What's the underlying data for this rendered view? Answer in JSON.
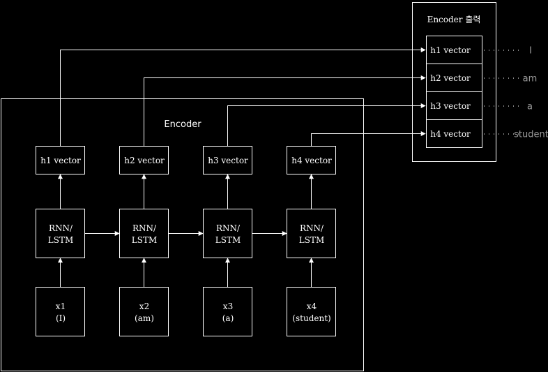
{
  "encoder": {
    "title": "Encoder",
    "steps": [
      {
        "input": "x1",
        "word": "(I)",
        "cell_line1": "RNN/",
        "cell_line2": "LSTM",
        "hidden": "h1 vector"
      },
      {
        "input": "x2",
        "word": "(am)",
        "cell_line1": "RNN/",
        "cell_line2": "LSTM",
        "hidden": "h2 vector"
      },
      {
        "input": "x3",
        "word": "(a)",
        "cell_line1": "RNN/",
        "cell_line2": "LSTM",
        "hidden": "h3 vector"
      },
      {
        "input": "x4",
        "word": "(student)",
        "cell_line1": "RNN/",
        "cell_line2": "LSTM",
        "hidden": "h4 vector"
      }
    ]
  },
  "output": {
    "title": "Encoder 출력",
    "rows": [
      {
        "label": "h1 vector",
        "word": "I"
      },
      {
        "label": "h2 vector",
        "word": "am"
      },
      {
        "label": "h3 vector",
        "word": "a"
      },
      {
        "label": "h4 vector",
        "word": "student"
      }
    ]
  }
}
